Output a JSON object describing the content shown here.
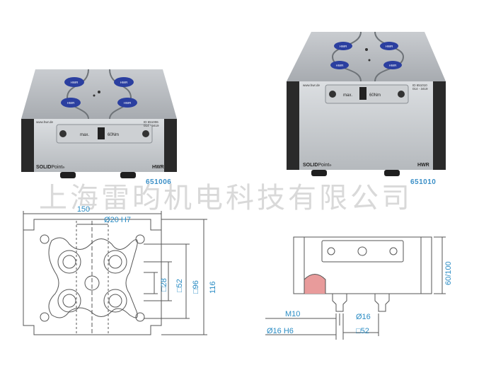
{
  "watermark": "上海雷昀机电科技有限公司",
  "products": [
    {
      "id_label": "651006",
      "website": "www.hwr.de",
      "id_text": "ID 651006",
      "sub_id": "014 - 3419",
      "torque_prefix": "max.",
      "torque": "60Nm",
      "brand_solid": "SOLID",
      "brand_point": "Point",
      "reg": "®",
      "maker": "HWR",
      "button_text": "HWR"
    },
    {
      "id_label": "651010",
      "website": "www.hwr.de",
      "id_text": "ID 651010",
      "sub_id": "014 - 3419",
      "torque_prefix": "max.",
      "torque": "60Nm",
      "brand_solid": "SOLID",
      "brand_point": "Point",
      "reg": "®",
      "maker": "HWR",
      "button_text": "HWR"
    }
  ],
  "drawing_top": {
    "width_dim": "150",
    "bore_dim": "Ø20 H7",
    "dim_28": "□28",
    "dim_52": "□52",
    "dim_96": "□96",
    "dim_116": "116"
  },
  "drawing_side": {
    "height_dim": "60/100",
    "thread": "M10",
    "pin_dia": "Ø16",
    "bore_fit": "Ø16 H6",
    "spacing": "□52"
  },
  "colors": {
    "dim_blue": "#2a8cc4",
    "button_blue": "#2b3fa0",
    "line_gray": "#555555"
  }
}
